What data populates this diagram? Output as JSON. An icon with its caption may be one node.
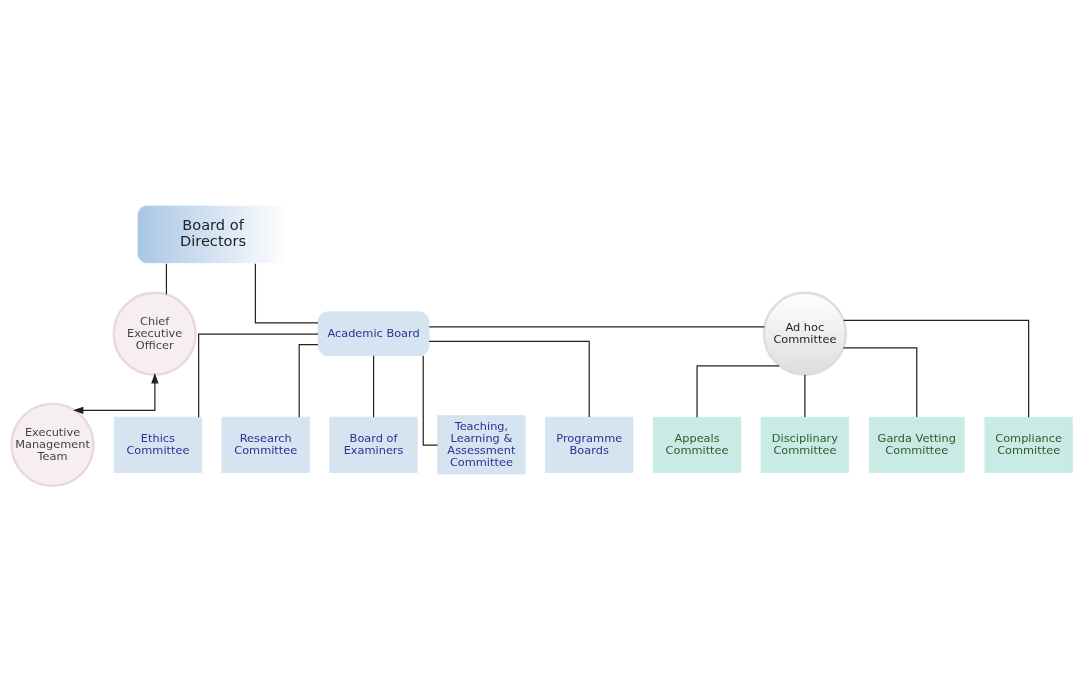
{
  "diagram": {
    "nodes": [
      {
        "text": [
          "Board of Directors"
        ]
      },
      {
        "text": [
          "Chief Executive Officer"
        ]
      },
      {
        "text": [
          "Executive Management Team"
        ]
      },
      {
        "text": [
          "Academic Board"
        ]
      },
      {
        "text": [
          "Ad hoc Committee"
        ]
      },
      {
        "text": [
          "Ethics Committee"
        ]
      },
      {
        "text": [
          "Research Committee"
        ]
      },
      {
        "text": [
          "Board of Examiners"
        ]
      },
      {
        "text": [
          "Teaching, Learning & Assessment Committee"
        ]
      },
      {
        "text": [
          "Programme Boards"
        ]
      },
      {
        "text": [
          "Appeals Committee"
        ]
      },
      {
        "text": [
          "Disciplinary Committee"
        ]
      },
      {
        "text": [
          "Garda Vetting Committee"
        ]
      },
      {
        "text": [
          "Compliance Committee"
        ]
      }
    ],
    "edges": [
      {
        "from": 0,
        "to": 1,
        "arrow": "none"
      },
      {
        "from": 0,
        "to": 3,
        "arrow": "none"
      },
      {
        "from": 1,
        "to": 2,
        "arrow": "both"
      },
      {
        "from": 3,
        "to": 4,
        "arrow": "none"
      },
      {
        "from": 3,
        "to": 5,
        "arrow": "none"
      },
      {
        "from": 3,
        "to": 6,
        "arrow": "none"
      },
      {
        "from": 3,
        "to": 7,
        "arrow": "none"
      },
      {
        "from": 3,
        "to": 8,
        "arrow": "none"
      },
      {
        "from": 3,
        "to": 9,
        "arrow": "none"
      },
      {
        "from": 4,
        "to": 10,
        "arrow": "none"
      },
      {
        "from": 4,
        "to": 11,
        "arrow": "none"
      },
      {
        "from": 4,
        "to": 12,
        "arrow": "none"
      },
      {
        "from": 4,
        "to": 13,
        "arrow": "none"
      }
    ]
  }
}
